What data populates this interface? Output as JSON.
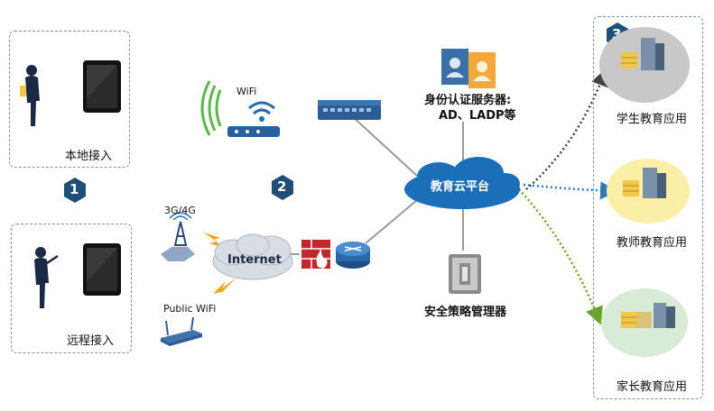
{
  "labels": {
    "local_access": "本地接入",
    "remote_access": "远程接入",
    "wifi": "WiFi",
    "cellular": "3G/4G",
    "public_wifi": "Public  WiFi",
    "internet": "Internet",
    "auth_server": "身份认证服务器:",
    "auth_server_sub": "AD、LADP等",
    "cloud_platform": "教育云平台",
    "security_manager": "安全策略管理器",
    "student_app": "学生教育应用",
    "teacher_app": "教师教育应用",
    "parent_app": "家长教育应用"
  },
  "badges": {
    "one": "1",
    "two": "2",
    "three": "3"
  },
  "colors": {
    "badge": "#1f4e79",
    "cloud": "#1b6fb8",
    "dashed_box": "#7f93b5",
    "student_bg": "#c8c8c8",
    "teacher_bg": "#fbeea6",
    "parent_bg": "#d7ebd7",
    "firewall": "#c0282d",
    "router": "#2a6aa8",
    "wifi_green": "#5cb84a"
  },
  "icons": [
    "person-icon",
    "tablet-icon",
    "wifi-router-icon",
    "switch-icon",
    "cell-tower-icon",
    "lightning-icon",
    "firewall-icon",
    "router-icon",
    "server-icon",
    "security-device-icon"
  ]
}
